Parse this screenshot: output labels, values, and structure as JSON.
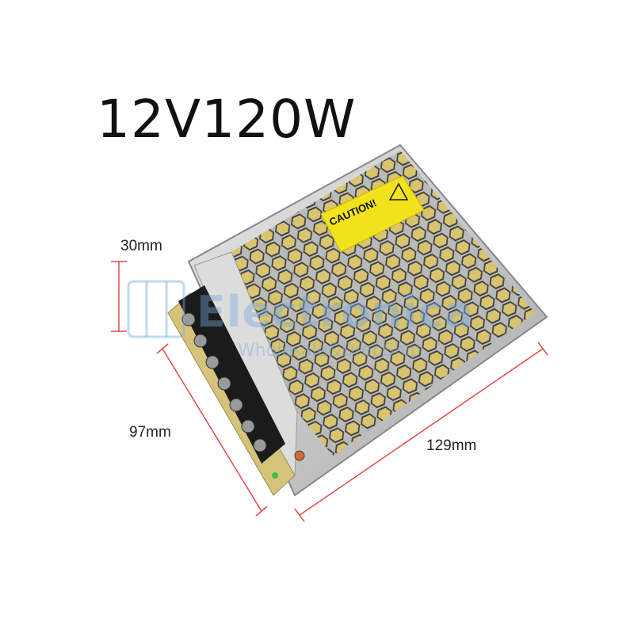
{
  "title": "12V120W",
  "dimensions": {
    "height": "30mm",
    "width": "97mm",
    "length": "129mm"
  },
  "product": {
    "caution_label": "CAUTION!",
    "label_color": "#f2e21b",
    "dimension_line_color": "#e0494b"
  },
  "watermark": {
    "brand": "Electronica",
    "tagline": "Wholesale&DropShip"
  }
}
